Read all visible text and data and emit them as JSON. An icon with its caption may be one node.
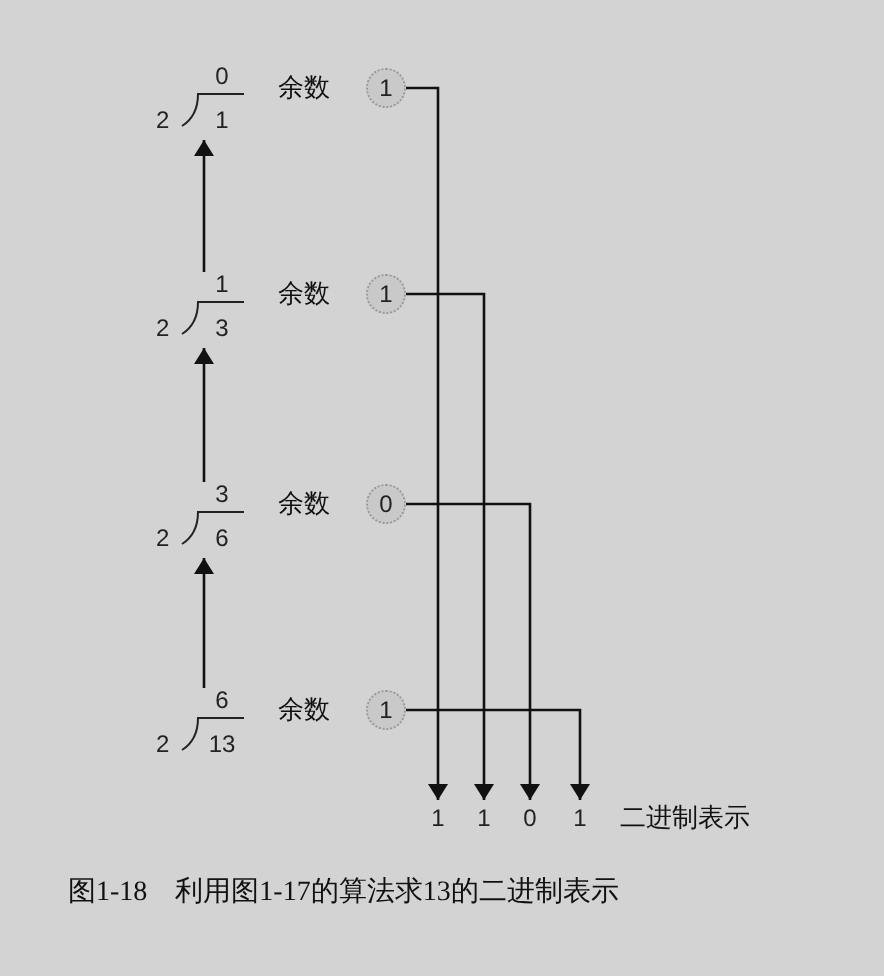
{
  "diagram": {
    "caption": "图1-18　利用图1-17的算法求13的二进制表示",
    "nodes": [
      {
        "text": [
          "0",
          "2",
          "1"
        ]
      },
      {
        "text": [
          "1"
        ],
        "beside": [
          "余数"
        ]
      },
      {
        "text": [
          "1",
          "2",
          "3"
        ]
      },
      {
        "text": [
          "1"
        ],
        "beside": [
          "余数"
        ]
      },
      {
        "text": [
          "3",
          "2",
          "6"
        ]
      },
      {
        "text": [
          "0"
        ],
        "beside": [
          "余数"
        ]
      },
      {
        "text": [
          "6",
          "2",
          "13"
        ]
      },
      {
        "text": [
          "1"
        ],
        "beside": [
          "余数"
        ]
      },
      {
        "text": [
          "1"
        ]
      },
      {
        "text": [
          "1"
        ]
      },
      {
        "text": [
          "0"
        ]
      },
      {
        "text": [
          "1"
        ]
      }
    ],
    "edges": [
      {
        "from": 6,
        "to": 4,
        "arrow": "to"
      },
      {
        "from": 4,
        "to": 2,
        "arrow": "to"
      },
      {
        "from": 2,
        "to": 0,
        "arrow": "to"
      },
      {
        "from": 1,
        "to": 8,
        "arrow": "to"
      },
      {
        "from": 3,
        "to": 9,
        "arrow": "to"
      },
      {
        "from": 5,
        "to": 10,
        "arrow": "to"
      },
      {
        "from": 7,
        "to": 11,
        "arrow": "to"
      }
    ],
    "labels": [
      "二进制表示"
    ]
  }
}
